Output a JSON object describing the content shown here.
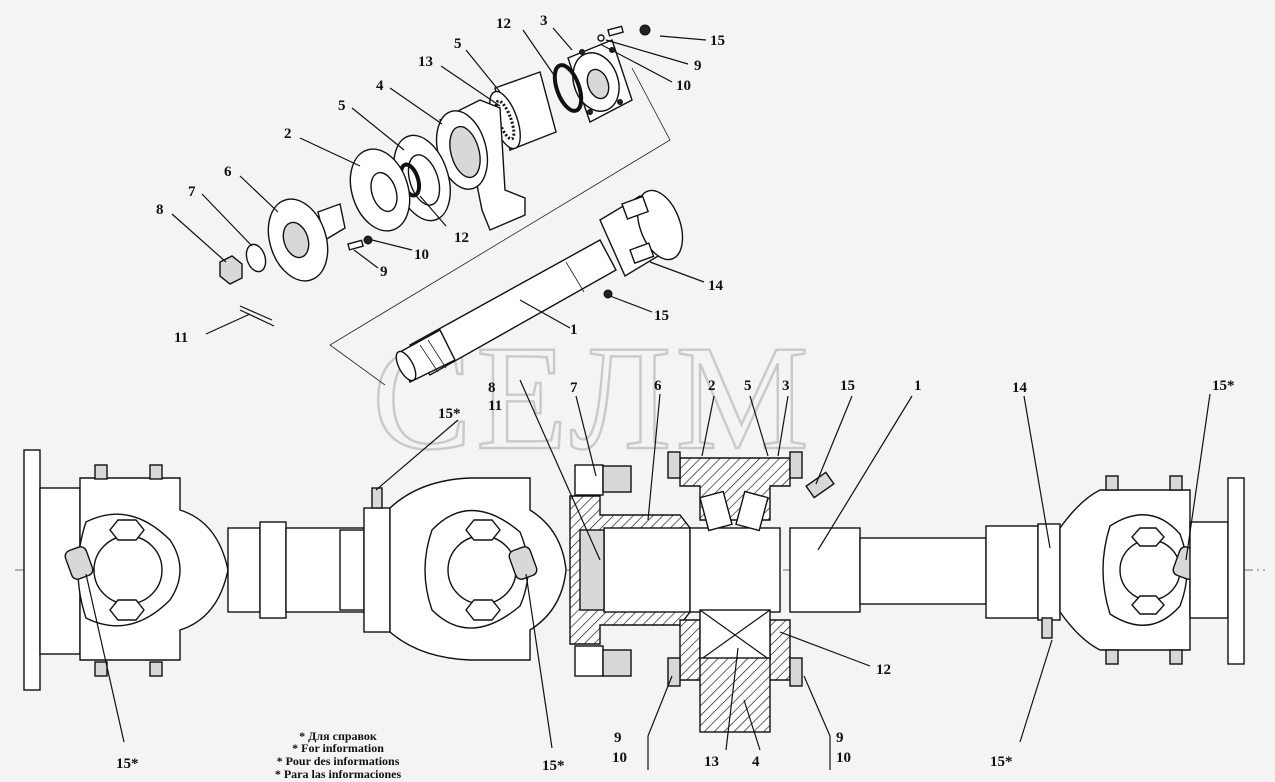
{
  "watermark": "СЕЛМ",
  "notes": [
    "* Для справок",
    "* For information",
    "* Pour des informations",
    "* Para las informaciones"
  ],
  "colors": {
    "line": "#111111",
    "background": "#f4f4f4",
    "watermark": "#999999"
  },
  "top_labels": {
    "l1": "1",
    "l2": "2",
    "l3": "3",
    "l4": "4",
    "l5a": "5",
    "l5b": "5",
    "l6": "6",
    "l7": "7",
    "l8": "8",
    "l9a": "9",
    "l9b": "9",
    "l10a": "10",
    "l10b": "10",
    "l11": "11",
    "l12a": "12",
    "l12b": "12",
    "l13": "13",
    "l14": "14",
    "l15a": "15",
    "l15b": "15"
  },
  "bottom_labels": {
    "b8": "8",
    "b11": "11",
    "b7": "7",
    "b6": "6",
    "b2": "2",
    "b5": "5",
    "b3": "3",
    "b15": "15",
    "b1": "1",
    "b14": "14",
    "b15s_tl": "15*",
    "b15s_tr": "15*",
    "b15s_bl": "15*",
    "b15s_bm": "15*",
    "b15s_br": "15*",
    "b12": "12",
    "b9l": "9",
    "b10l": "10",
    "b13": "13",
    "b4": "4",
    "b9r": "9",
    "b10r": "10"
  }
}
